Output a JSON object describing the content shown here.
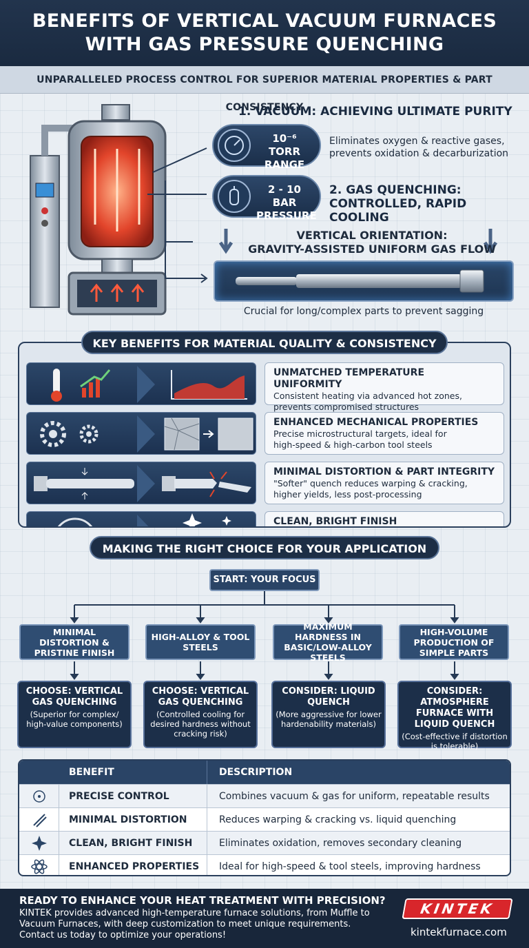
{
  "header": {
    "title_line1": "BENEFITS OF VERTICAL VACUUM FURNACES",
    "title_line2": "WITH GAS PRESSURE QUENCHING",
    "subtitle": "UNPARALLELED PROCESS CONTROL FOR SUPERIOR MATERIAL PROPERTIES & PART CONSISTENCY"
  },
  "vacuum": {
    "title": "1. VACUUM: ACHIEVING ULTIMATE PURITY",
    "badge_line1": "10⁻⁶ TORR",
    "badge_line2": "RANGE",
    "desc_line1": "Eliminates oxygen & reactive gases,",
    "desc_line2": "prevents oxidation & decarburization"
  },
  "quench": {
    "badge_line1": "2 - 10 BAR",
    "badge_line2": "PRESSURE",
    "title_line1": "2. GAS QUENCHING:",
    "title_line2": "CONTROLLED, RAPID COOLING"
  },
  "orientation": {
    "title_line1": "VERTICAL ORIENTATION:",
    "title_line2": "GRAVITY-ASSISTED UNIFORM GAS FLOW",
    "note": "Crucial for long/complex parts to prevent sagging"
  },
  "benefits": {
    "banner": "KEY BENEFITS FOR MATERIAL QUALITY & CONSISTENCY",
    "items": [
      {
        "title": "UNMATCHED TEMPERATURE UNIFORMITY",
        "desc1": "Consistent heating via advanced hot zones,",
        "desc2": "prevents compromised structures"
      },
      {
        "title": "ENHANCED MECHANICAL PROPERTIES",
        "desc1": "Precise microstructural targets, ideal for",
        "desc2": "high-speed & high-carbon tool steels"
      },
      {
        "title": "MINIMAL DISTORTION & PART INTEGRITY",
        "desc1": "\"Softer\" quench reduces warping & cracking,",
        "desc2": "higher yields, less post-processing"
      },
      {
        "title": "CLEAN, BRIGHT FINISH",
        "desc1": "",
        "desc2": ""
      }
    ]
  },
  "choice": {
    "banner": "MAKING THE RIGHT CHOICE FOR YOUR APPLICATION",
    "start": "START: YOUR FOCUS",
    "focus": [
      "MINIMAL DISTORTION & PRISTINE FINISH",
      "HIGH-ALLOY & TOOL STEELS",
      "MAXIMUM HARDNESS IN BASIC/LOW-ALLOY STEELS",
      "HIGH-VOLUME PRODUCTION OF SIMPLE PARTS"
    ],
    "outcomes": [
      {
        "title": "CHOOSE: VERTICAL GAS QUENCHING",
        "desc": "(Superior for complex/ high-value components)"
      },
      {
        "title": "CHOOSE: VERTICAL GAS QUENCHING",
        "desc": "(Controlled cooling for desired hardness without cracking risk)"
      },
      {
        "title": "CONSIDER: LIQUID QUENCH",
        "desc": "(More aggressive for lower hardenability materials)"
      },
      {
        "title": "CONSIDER: ATMOSPHERE FURNACE WITH LIQUID QUENCH",
        "desc": "(Cost-effective if distortion is tolerable)"
      }
    ]
  },
  "table": {
    "col_benefit": "BENEFIT",
    "col_description": "DESCRIPTION",
    "rows": [
      {
        "icon": "target-icon",
        "benefit": "PRECISE CONTROL",
        "description": "Combines vacuum & gas for uniform, repeatable results"
      },
      {
        "icon": "distortion-icon",
        "benefit": "MINIMAL DISTORTION",
        "description": "Reduces warping & cracking vs. liquid quenching"
      },
      {
        "icon": "sparkle-icon",
        "benefit": "CLEAN, BRIGHT FINISH",
        "description": "Eliminates oxidation, removes secondary cleaning"
      },
      {
        "icon": "atom-icon",
        "benefit": "ENHANCED PROPERTIES",
        "description": "Ideal for high-speed & tool steels, improving hardness"
      }
    ]
  },
  "footer": {
    "title": "READY TO ENHANCE YOUR HEAT TREATMENT WITH PRECISION?",
    "line1": "KINTEK provides advanced high-temperature furnace solutions, from Muffle to",
    "line2": "Vacuum Furnaces, with deep customization to meet unique requirements.",
    "line3": "Contact us today to optimize your operations!",
    "logo": "KINTEK",
    "website": "kintekfurnace.com"
  },
  "colors": {
    "navy": "#1d2e45",
    "accent_red": "#d8262b",
    "glow_blue": "#5aaaff",
    "heat_red": "#e2452b"
  }
}
